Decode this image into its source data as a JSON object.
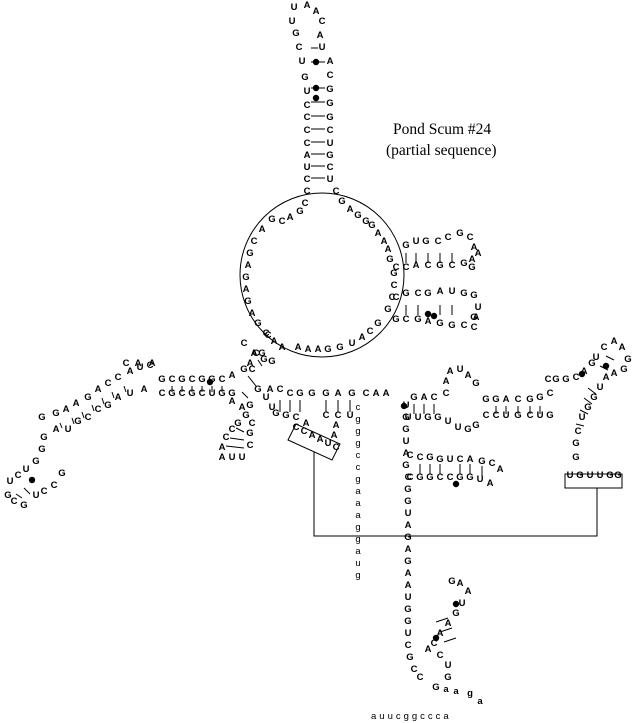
{
  "diagram": {
    "title_line1": "Pond Scum #24",
    "title_line2": "(partial sequence)",
    "terminal_3prime": "auucggccca"
  },
  "strands": [
    {
      "id": "hairpin-top-left-strand",
      "text": "UUGCUGUCCCCAUCCCGAC"
    },
    {
      "id": "hairpin-top-right-strand",
      "text": "AACAUACGGGCUGCUCGAGG"
    },
    {
      "id": "big-loop-left",
      "text": "GACGAGAGAGCAAGAGCC"
    },
    {
      "id": "big-loop-right",
      "text": "GAAAGGCCG"
    },
    {
      "id": "big-loop-bottom",
      "text": "AAAGGUACG"
    },
    {
      "id": "loop-right-hairpin-1-top",
      "text": "GUGCCGCA"
    },
    {
      "id": "loop-right-hairpin-1-bottom",
      "text": "CCACGCGA"
    },
    {
      "id": "loop-right-hairpin-1-loop",
      "text": "AG"
    },
    {
      "id": "loop-right-hairpin-2-top",
      "text": "CGCGAUGG"
    },
    {
      "id": "loop-right-hairpin-2-bottom",
      "text": "GCGAGGCCA"
    },
    {
      "id": "loop-right-hairpin-2-loop",
      "text": "UG"
    },
    {
      "id": "left-arm-top",
      "text": "CAAGCGCGGCA"
    },
    {
      "id": "left-arm-bottom",
      "text": "CGCGCUGG"
    },
    {
      "id": "left-arm-diag-upper",
      "text": "GGAAGACCAUC"
    },
    {
      "id": "left-arm-diag-lower",
      "text": "GAUGCCGAUA"
    },
    {
      "id": "left-arm-tip",
      "text": "GGUCUGCGUCCG"
    },
    {
      "id": "junction-left-upper",
      "text": "CAGGC"
    },
    {
      "id": "junction-left-lower",
      "text": "AAGGUU"
    },
    {
      "id": "junction-bottom-hairpin",
      "text": "GGCCAAUUCGC"
    },
    {
      "id": "central-helix-top",
      "text": "ACCGGGAGCAA"
    },
    {
      "id": "central-helix-bottom",
      "text": "GGCCCU"
    },
    {
      "id": "boxed-left",
      "text": "CCAAUA"
    },
    {
      "id": "boxed-left-extra",
      "text": "AAC"
    },
    {
      "id": "lowercase-strand",
      "text": "cgggccgaaaggaug"
    },
    {
      "id": "central-right-top",
      "text": "GACCAAUAG"
    },
    {
      "id": "central-right-bottom",
      "text": "UUGGUUGG"
    },
    {
      "id": "right-mid-top",
      "text": "GGACGGC"
    },
    {
      "id": "right-mid-bottom",
      "text": "CCUGCUG"
    },
    {
      "id": "far-right-top",
      "text": "CGGCAG"
    },
    {
      "id": "far-right-bottom",
      "text": "UGUUGG"
    },
    {
      "id": "far-right-hairpin",
      "text": "UCAAGGAAUGGUCGG"
    },
    {
      "id": "vertical-stem-left",
      "text": "UGGUAGCGGUAGAGAAUGGUCGCC"
    },
    {
      "id": "vertical-stem-right",
      "text": "CCGGUCAGCA"
    },
    {
      "id": "vertical-stem-right-bottom",
      "text": "CGGCCGGUA"
    },
    {
      "id": "bottom-hairpin",
      "text": "GAAUGAACACUG"
    },
    {
      "id": "bottom-tail",
      "text": "Gaaga"
    }
  ]
}
